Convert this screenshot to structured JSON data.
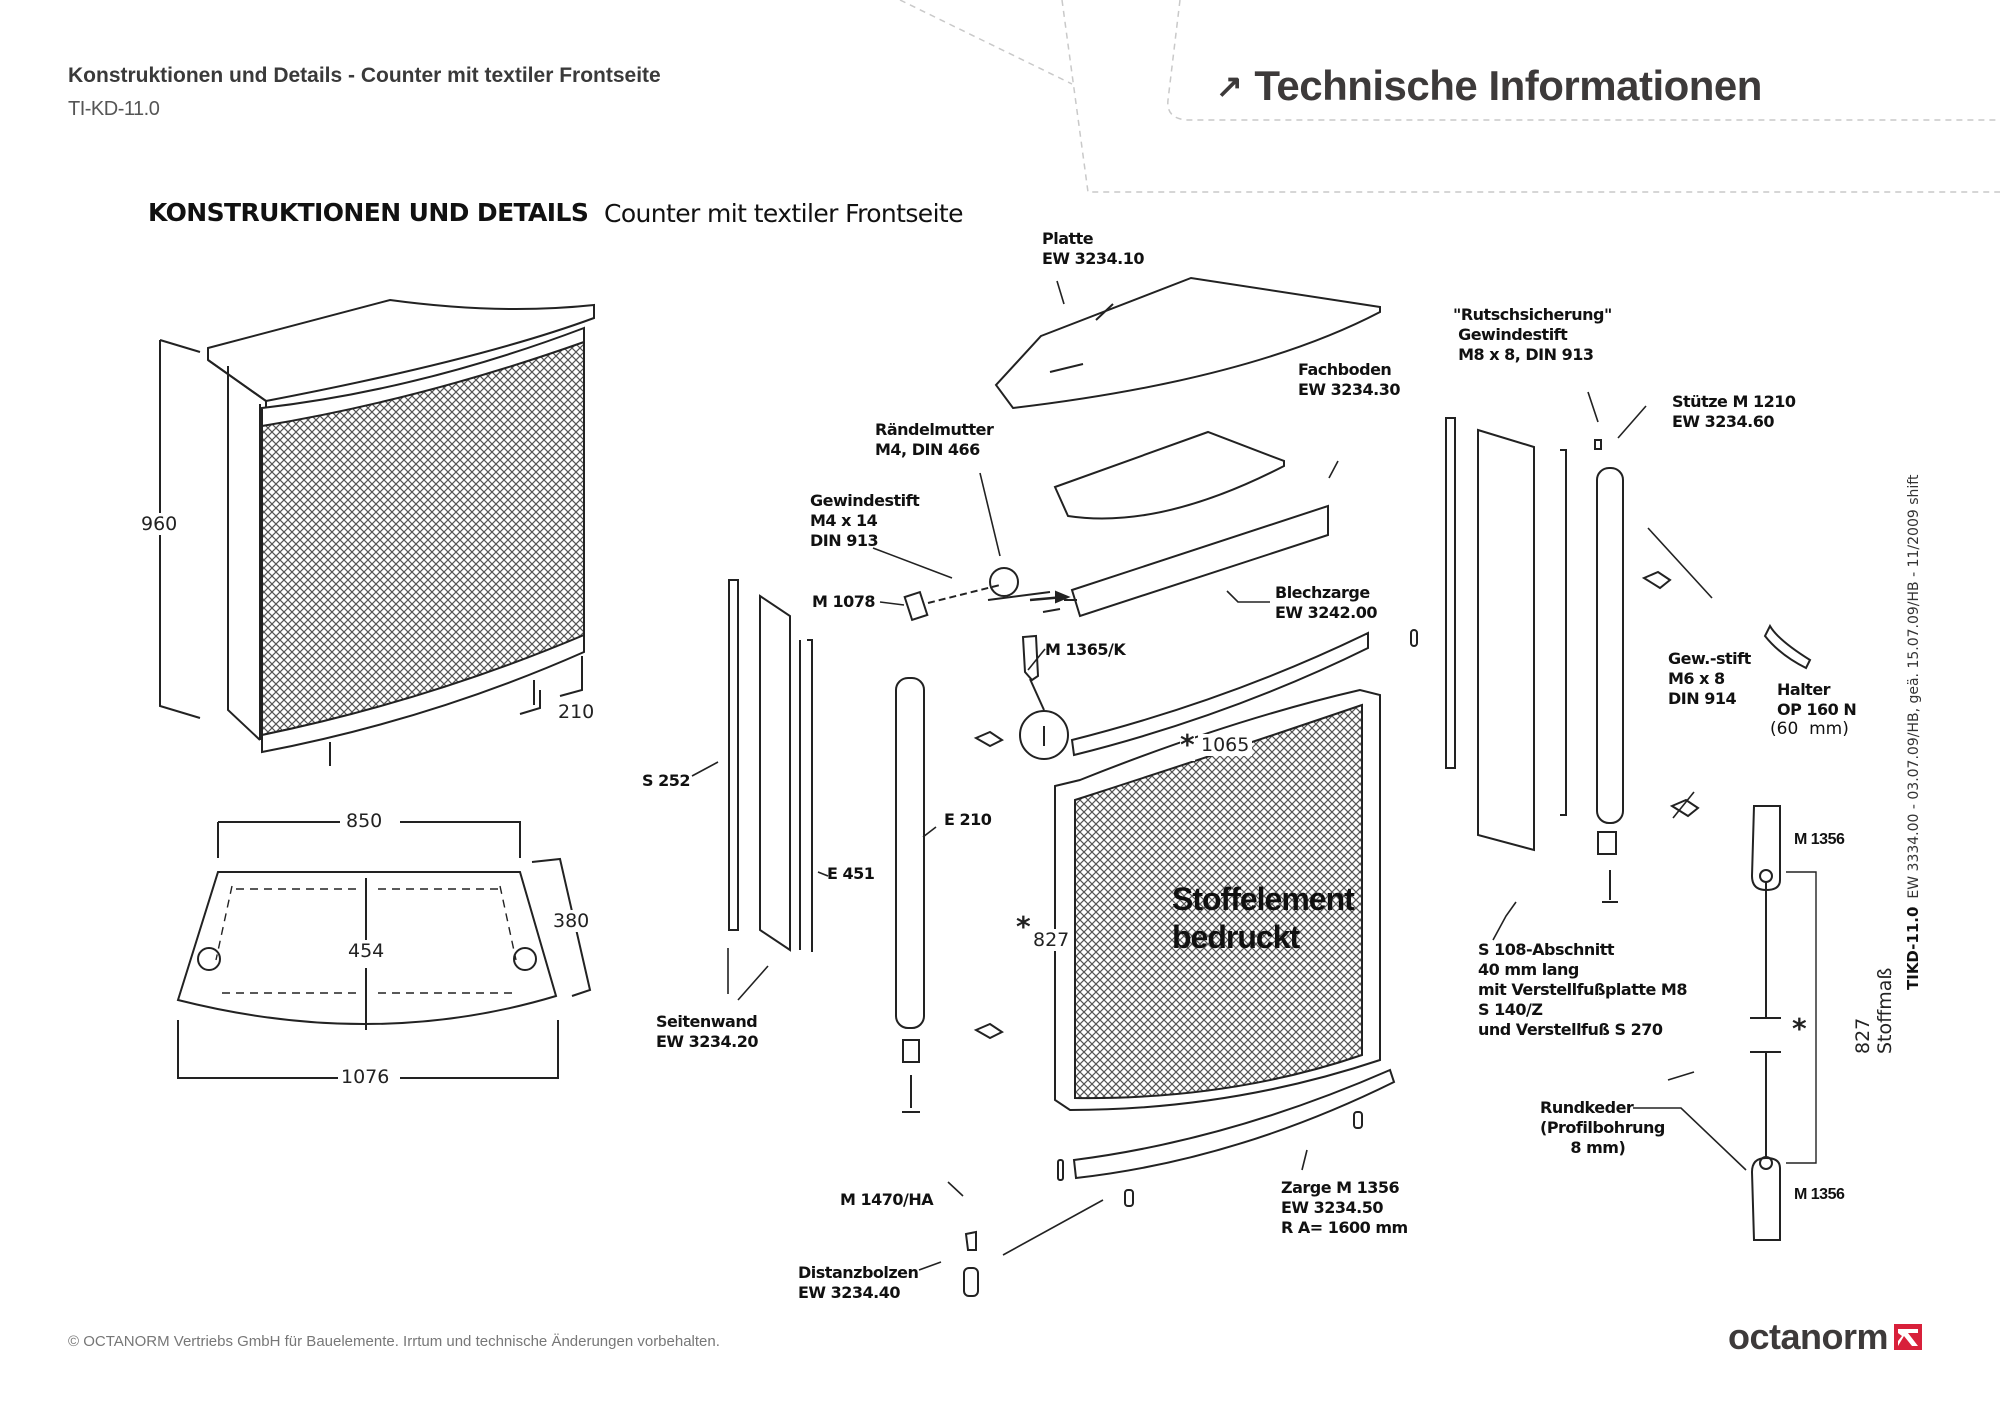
{
  "header": {
    "doc_title": "Konstruktionen und Details - Counter mit textiler Frontseite",
    "doc_code": "TI-KD-11.0",
    "section_brand": "Technische Informationen",
    "section_icon": "arrow-up-right-icon"
  },
  "section": {
    "title": "KONSTRUKTIONEN UND DETAILS",
    "subtitle": "Counter mit textiler Frontseite"
  },
  "dimensions": {
    "height": "960",
    "foot_depth": "210",
    "top_width": "850",
    "depth": "380",
    "inner_depth": "454",
    "bottom_width": "1076",
    "zarge_length": "1065",
    "fabric_height": "827",
    "star": "*"
  },
  "parts": {
    "platte": "Platte\nEW 3234.10",
    "fachboden": "Fachboden\nEW 3234.30",
    "raendelmutter": "Rändelmutter\nM4, DIN 466",
    "gewindestift": "Gewindestift\nM4 x 14\nDIN 913",
    "m1078": "M 1078",
    "blechzarge": "Blechzarge\nEW 3242.00",
    "m1365k": "M 1365/K",
    "s252": "S 252",
    "e451": "E 451",
    "e210": "E 210",
    "seitenwand": "Seitenwand\nEW 3234.20",
    "rutschsicherung": "\"Rutschsicherung\"\n Gewindestift\n M8 x 8, DIN 913",
    "stuetze": "Stütze M 1210\nEW 3234.60",
    "gewstift": "Gew.-stift\nM6 x 8\nDIN 914",
    "halter": "Halter\nOP 160 N",
    "halter_size": "(60  mm)",
    "s108": "S 108-Abschnitt\n40 mm lang\nmit Verstellfußplatte M8\nS 140/Z\nund Verstellfuß S 270",
    "m1356_top": "M 1356",
    "m1356_bottom": "M 1356",
    "rundkeder": "Rundkeder\n(Profilbohrung\n      8 mm)",
    "stoffmass": "827\nStoffmaß",
    "m1470": "M 1470/HA",
    "distanzbolzen": "Distanzbolzen\nEW 3234.40",
    "zarge": "Zarge M 1356\nEW 3234.50\nR A= 1600 mm",
    "stoffelement": "Stoffelement\nbedruckt"
  },
  "side_note": {
    "code": "TIKD-11.0",
    "text": "EW 3334.00 - 03.07.09/HB, geä. 15.07.09/HB - 11/2009 shift"
  },
  "footer": {
    "copyright": "© OCTANORM Vertriebs GmbH für Bauelemente. Irrtum und technische Änderungen vorbehalten.",
    "logo_text": "octanorm",
    "brand_color": "#d8203a"
  }
}
